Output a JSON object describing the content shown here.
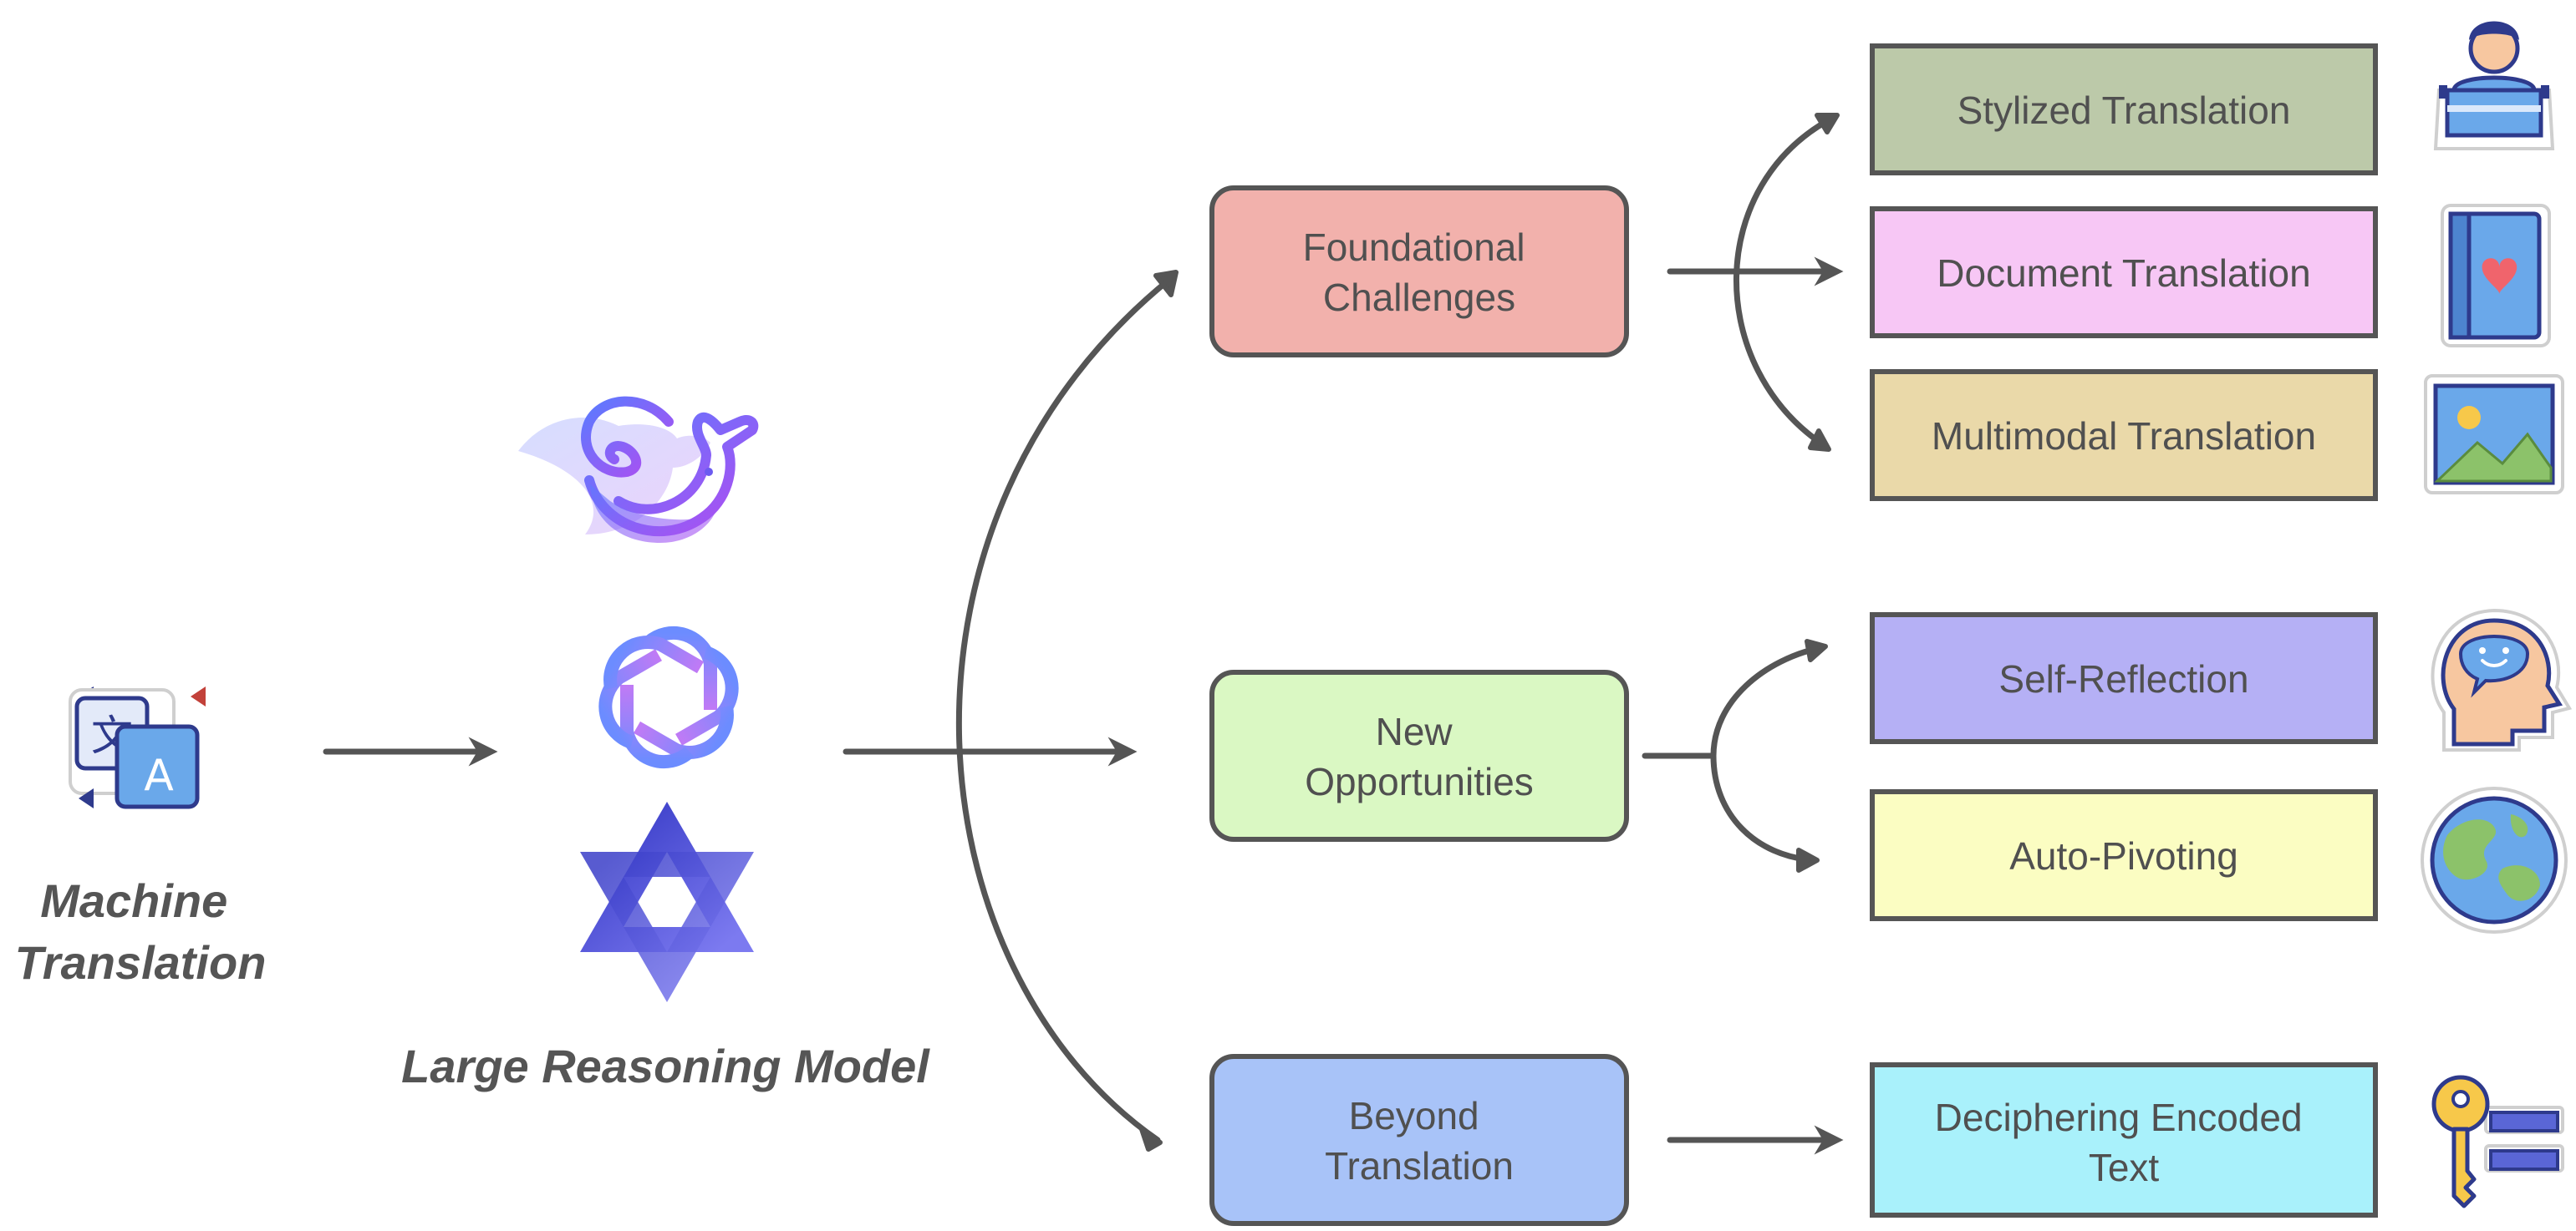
{
  "diagram": {
    "source": {
      "label_line1": "Machine",
      "label_line2": "Translation",
      "icon": "translate-icon"
    },
    "model_group": {
      "label": "Large Reasoning Model",
      "icons": [
        "deepseek-whale-icon",
        "openai-knot-icon",
        "qwen-star-icon"
      ]
    },
    "branches": [
      {
        "label_lines": [
          "Foundational",
          "Challenges"
        ],
        "color": "#f2b1ac",
        "children": [
          {
            "label_lines": [
              "Stylized Translation"
            ],
            "color": "#bcc9a9",
            "icon": "typist-icon"
          },
          {
            "label_lines": [
              "Document Translation"
            ],
            "color": "#f7c7f5",
            "icon": "book-icon"
          },
          {
            "label_lines": [
              "Multimodal Translation"
            ],
            "color": "#ead9a9",
            "icon": "image-icon"
          }
        ]
      },
      {
        "label_lines": [
          "New",
          "Opportunities"
        ],
        "color": "#daf8c3",
        "children": [
          {
            "label_lines": [
              "Self-Reflection"
            ],
            "color": "#b5b0f5",
            "icon": "thinking-head-icon"
          },
          {
            "label_lines": [
              "Auto-Pivoting"
            ],
            "color": "#fbfdc2",
            "icon": "globe-icon"
          }
        ]
      },
      {
        "label_lines": [
          "Beyond",
          "Translation"
        ],
        "color": "#a8c3f8",
        "children": [
          {
            "label_lines": [
              "Deciphering Encoded",
              "Text"
            ],
            "color": "#a9f1fb",
            "icon": "key-icon"
          }
        ]
      }
    ]
  }
}
